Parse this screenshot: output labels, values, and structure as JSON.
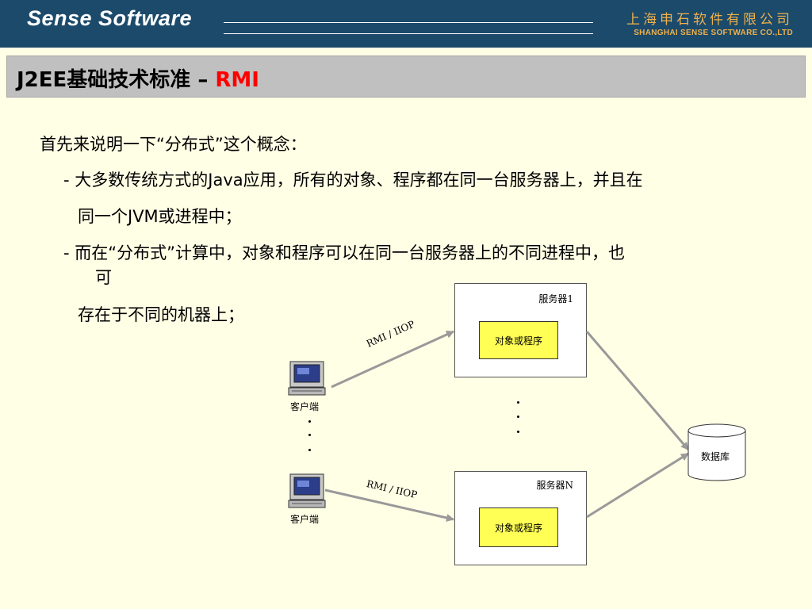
{
  "header": {
    "brand": "Sense Software",
    "company_cn": "上海申石软件有限公司",
    "company_en": "SHANGHAI SENSE SOFTWARE CO.,LTD"
  },
  "title": {
    "main": "J2EE基础技术标准 – ",
    "accent": "RMI"
  },
  "content": {
    "intro": "首先来说明一下“分布式”这个概念：",
    "bullet1_line1": "- 大多数传统方式的Java应用，所有的对象、程序都在同一台服务器上，并且在",
    "bullet1_line2": "同一个JVM或进程中；",
    "bullet2_line1": "- 而在“分布式”计算中，对象和程序可以在同一台服务器上的不同进程中，也",
    "bullet2_line2": "可",
    "bullet2_line3": "存在于不同的机器上；"
  },
  "diagram": {
    "server1_label": "服务器1",
    "serverN_label": "服务器N",
    "object_label": "对象或程序",
    "client_label": "客户端",
    "protocol_label": "RMI / IIOP",
    "database_label": "数据库"
  }
}
